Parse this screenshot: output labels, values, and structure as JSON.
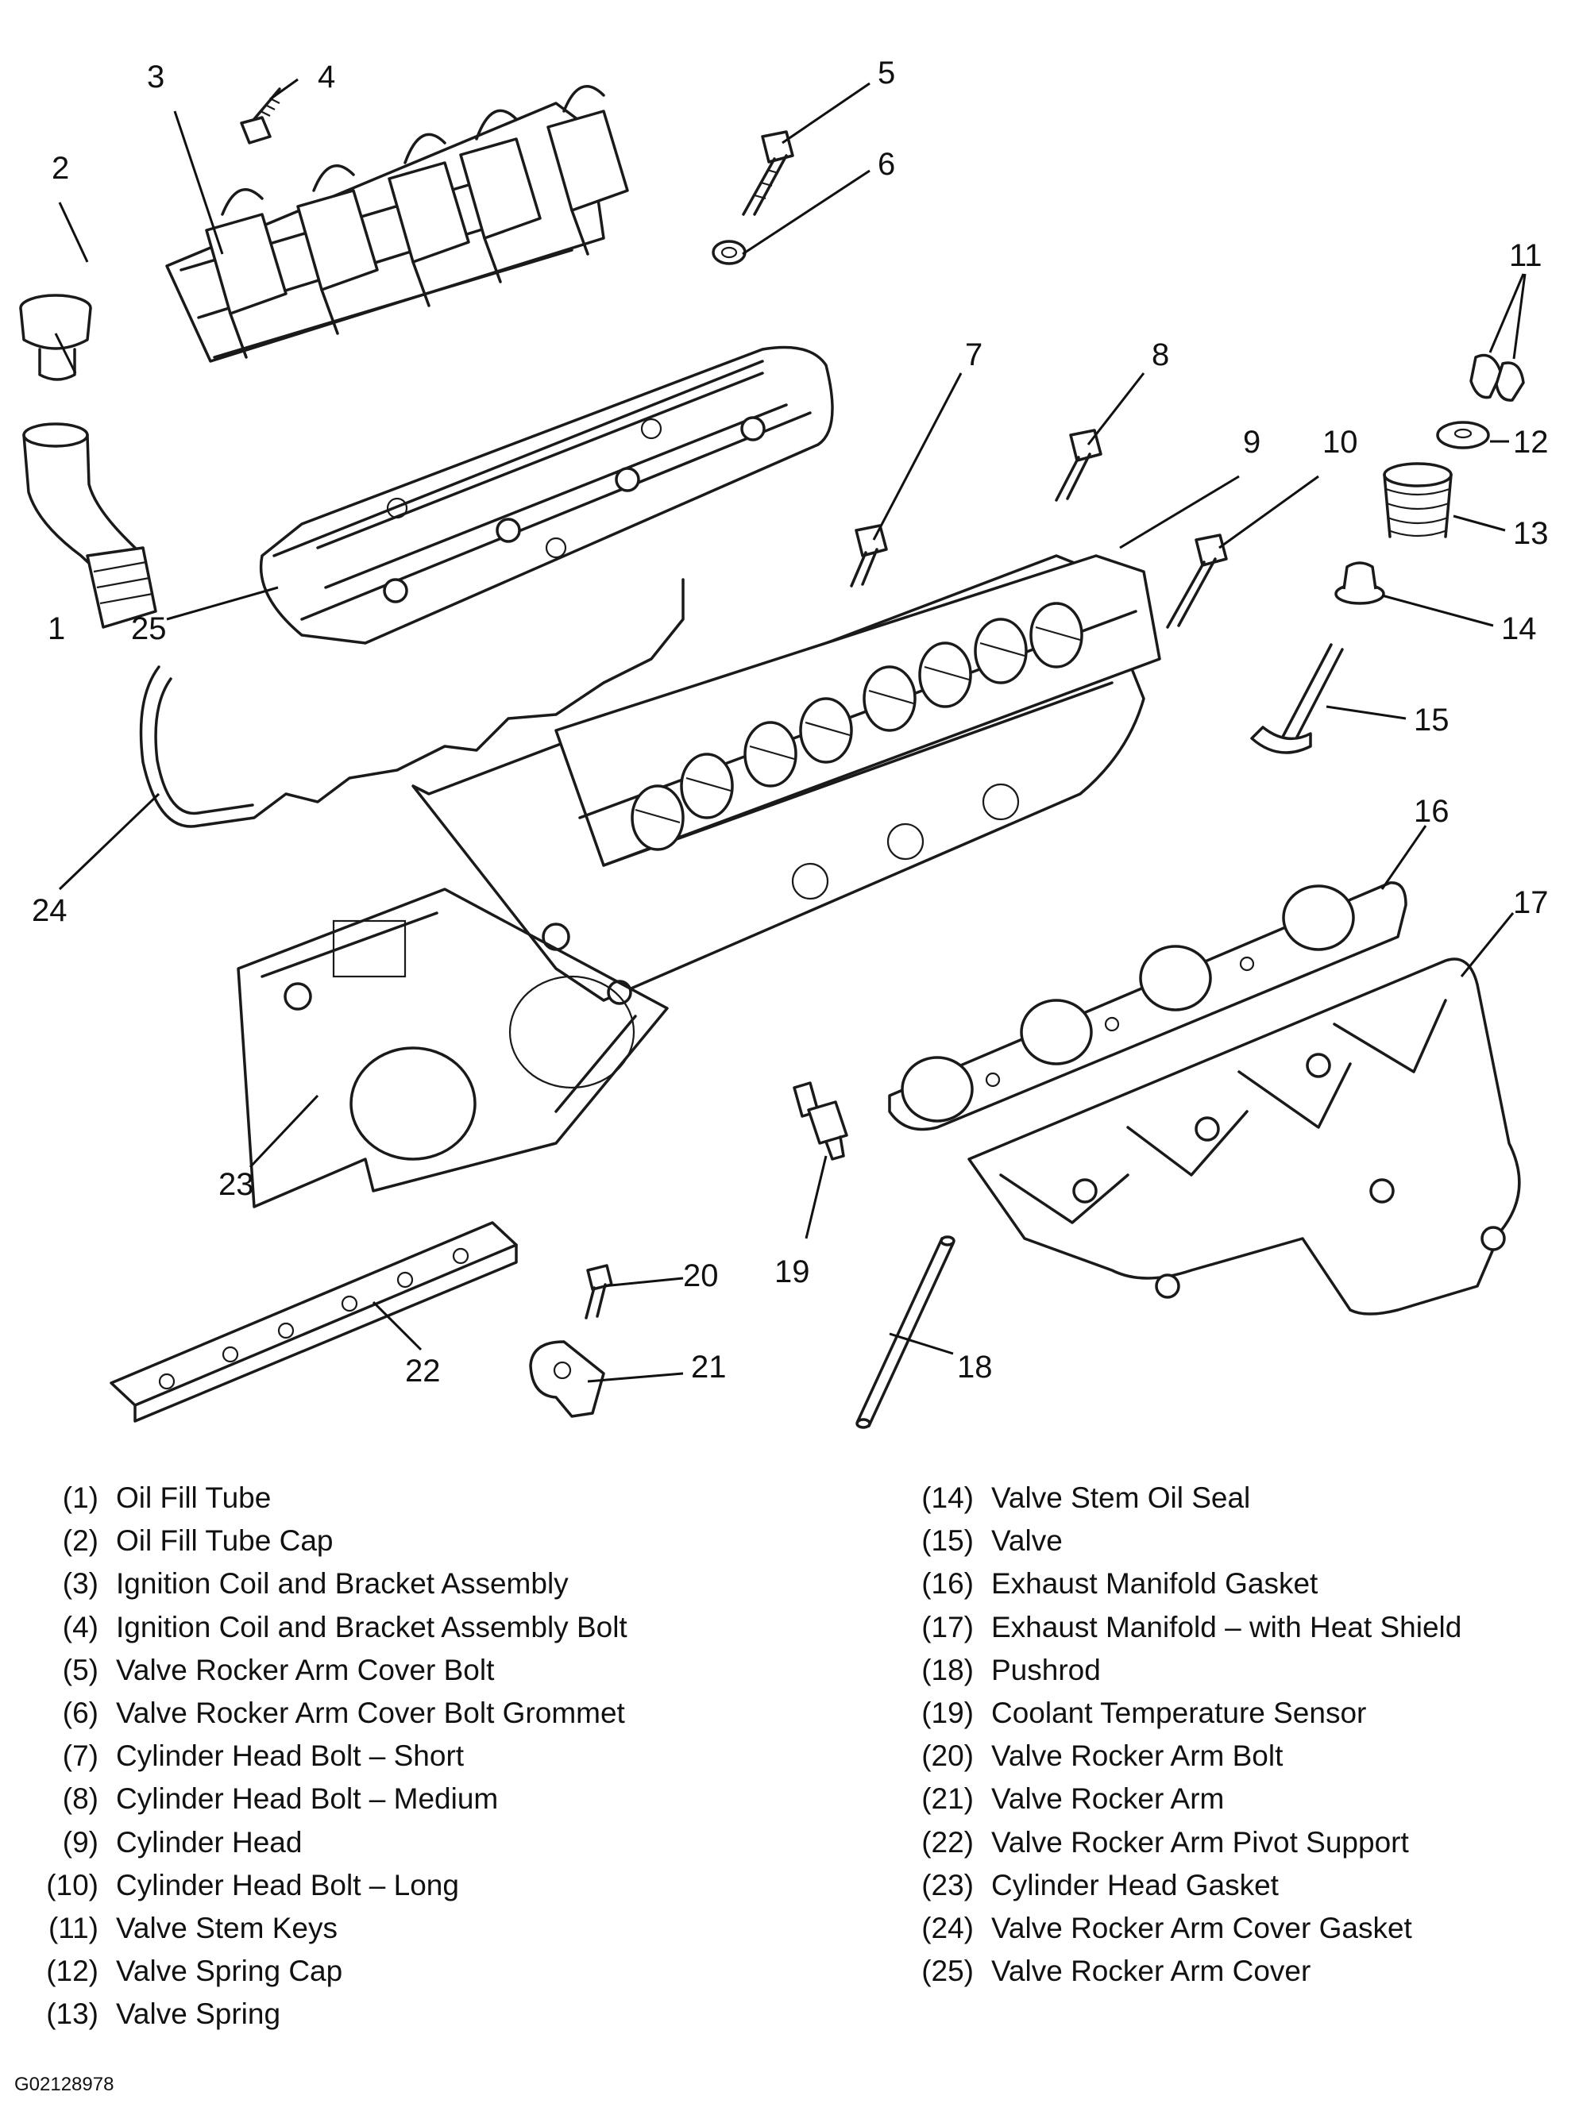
{
  "callouts": {
    "1": "1",
    "2": "2",
    "3": "3",
    "4": "4",
    "5": "5",
    "6": "6",
    "7": "7",
    "8": "8",
    "9": "9",
    "10": "10",
    "11": "11",
    "12": "12",
    "13": "13",
    "14": "14",
    "15": "15",
    "16": "16",
    "17": "17",
    "18": "18",
    "19": "19",
    "20": "20",
    "21": "21",
    "22": "22",
    "23": "23",
    "24": "24",
    "25": "25"
  },
  "legend_left": [
    {
      "num": "(1)",
      "text": "Oil Fill Tube"
    },
    {
      "num": "(2)",
      "text": "Oil Fill Tube Cap"
    },
    {
      "num": "(3)",
      "text": "Ignition Coil and Bracket Assembly"
    },
    {
      "num": "(4)",
      "text": "Ignition Coil and Bracket Assembly Bolt"
    },
    {
      "num": "(5)",
      "text": "Valve Rocker Arm Cover Bolt"
    },
    {
      "num": "(6)",
      "text": "Valve Rocker Arm Cover Bolt Grommet"
    },
    {
      "num": "(7)",
      "text": "Cylinder Head Bolt – Short"
    },
    {
      "num": "(8)",
      "text": "Cylinder Head Bolt – Medium"
    },
    {
      "num": "(9)",
      "text": "Cylinder Head"
    },
    {
      "num": "(10)",
      "text": "Cylinder Head Bolt – Long"
    },
    {
      "num": "(11)",
      "text": "Valve Stem Keys"
    },
    {
      "num": "(12)",
      "text": "Valve Spring Cap"
    },
    {
      "num": "(13)",
      "text": "Valve Spring"
    }
  ],
  "legend_right": [
    {
      "num": "(14)",
      "text": "Valve Stem Oil Seal"
    },
    {
      "num": "(15)",
      "text": "Valve"
    },
    {
      "num": "(16)",
      "text": "Exhaust Manifold Gasket"
    },
    {
      "num": "(17)",
      "text": "Exhaust Manifold – with Heat Shield"
    },
    {
      "num": "(18)",
      "text": "Pushrod"
    },
    {
      "num": "(19)",
      "text": "Coolant Temperature Sensor"
    },
    {
      "num": "(20)",
      "text": "Valve Rocker Arm Bolt"
    },
    {
      "num": "(21)",
      "text": "Valve Rocker Arm"
    },
    {
      "num": "(22)",
      "text": "Valve Rocker Arm Pivot Support"
    },
    {
      "num": "(23)",
      "text": "Cylinder Head Gasket"
    },
    {
      "num": "(24)",
      "text": "Valve Rocker Arm Cover Gasket"
    },
    {
      "num": "(25)",
      "text": "Valve Rocker Arm Cover"
    }
  ],
  "figure_id": "G02128978"
}
